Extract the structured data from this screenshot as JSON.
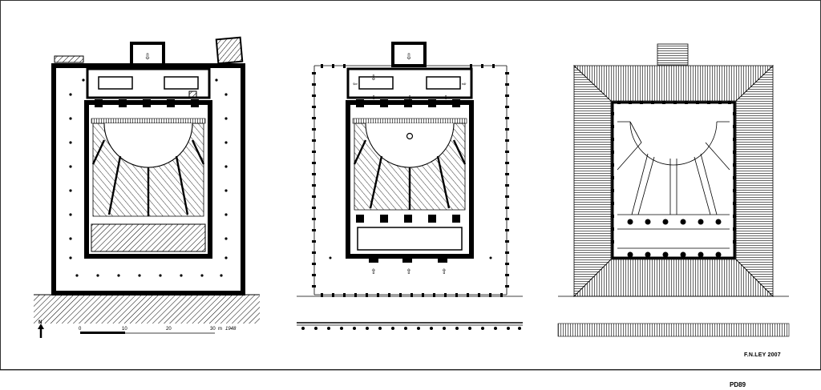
{
  "plates": [
    {
      "id": "plan-left",
      "label": ""
    },
    {
      "id": "plan-middle",
      "label": ""
    },
    {
      "id": "plan-right",
      "label": ""
    }
  ],
  "scale_bar": {
    "ticks": [
      "0",
      "10",
      "20",
      "30"
    ],
    "unit": "m",
    "north": "N",
    "date": "1948"
  },
  "credits": {
    "author": "F.N.LEY 2007",
    "plate": "PD89"
  },
  "colors": {
    "ink": "#000000",
    "paper": "#ffffff"
  }
}
